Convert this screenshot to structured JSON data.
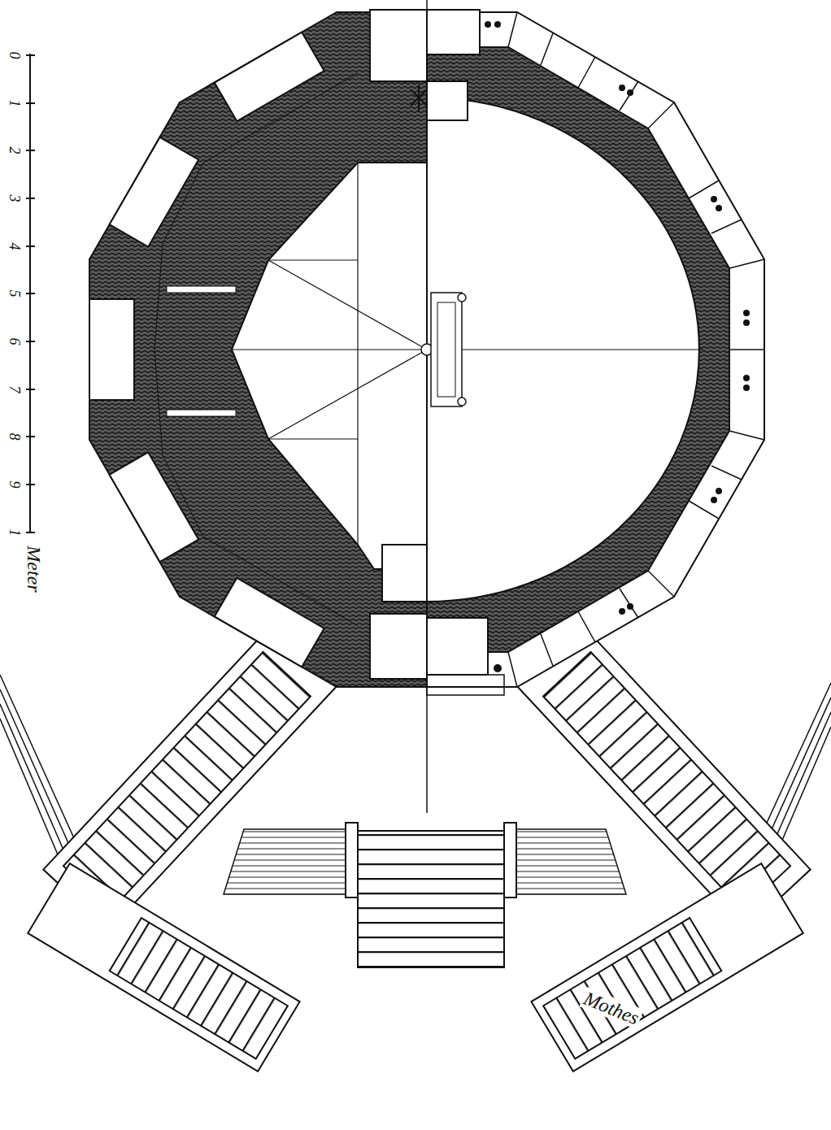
{
  "diagram": {
    "labels": [
      "0",
      "1",
      "2",
      "3",
      "4",
      "5",
      "6",
      "7",
      "8",
      "9",
      "1",
      "Meter",
      "Mothes"
    ]
  }
}
